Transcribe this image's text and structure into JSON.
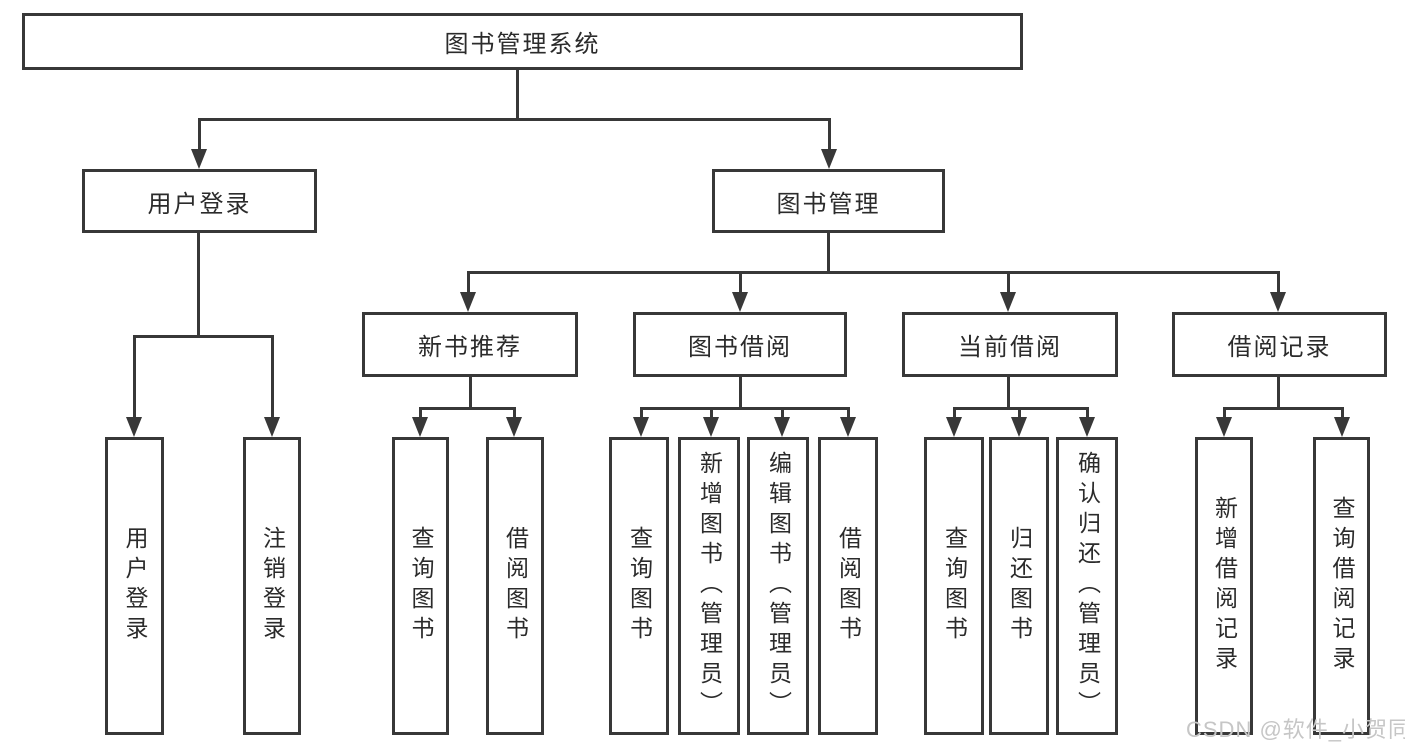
{
  "root": {
    "label": "图书管理系统"
  },
  "level2": [
    {
      "label": "用户登录"
    },
    {
      "label": "图书管理"
    }
  ],
  "level3": [
    {
      "label": "新书推荐"
    },
    {
      "label": "图书借阅"
    },
    {
      "label": "当前借阅"
    },
    {
      "label": "借阅记录"
    }
  ],
  "leaves": {
    "user_login": [
      {
        "label": "用户登录"
      },
      {
        "label": "注销登录"
      }
    ],
    "new_books": [
      {
        "label": "查询图书"
      },
      {
        "label": "借阅图书"
      }
    ],
    "book_borrowing": [
      {
        "label": "查询图书"
      },
      {
        "label": "新增图书（管理员）"
      },
      {
        "label": "编辑图书（管理员）"
      },
      {
        "label": "借阅图书"
      }
    ],
    "current_borrowing": [
      {
        "label": "查询图书"
      },
      {
        "label": "归还图书"
      },
      {
        "label": "确认归还（管理员）"
      }
    ],
    "borrowing_records": [
      {
        "label": "新增借阅记录"
      },
      {
        "label": "查询借阅记录"
      }
    ]
  },
  "watermark": "CSDN @软件_小贺同学",
  "colors": {
    "line": "#383838",
    "text": "#2b2b2b",
    "watermark": "#c6c6c6",
    "background": "#ffffff"
  }
}
